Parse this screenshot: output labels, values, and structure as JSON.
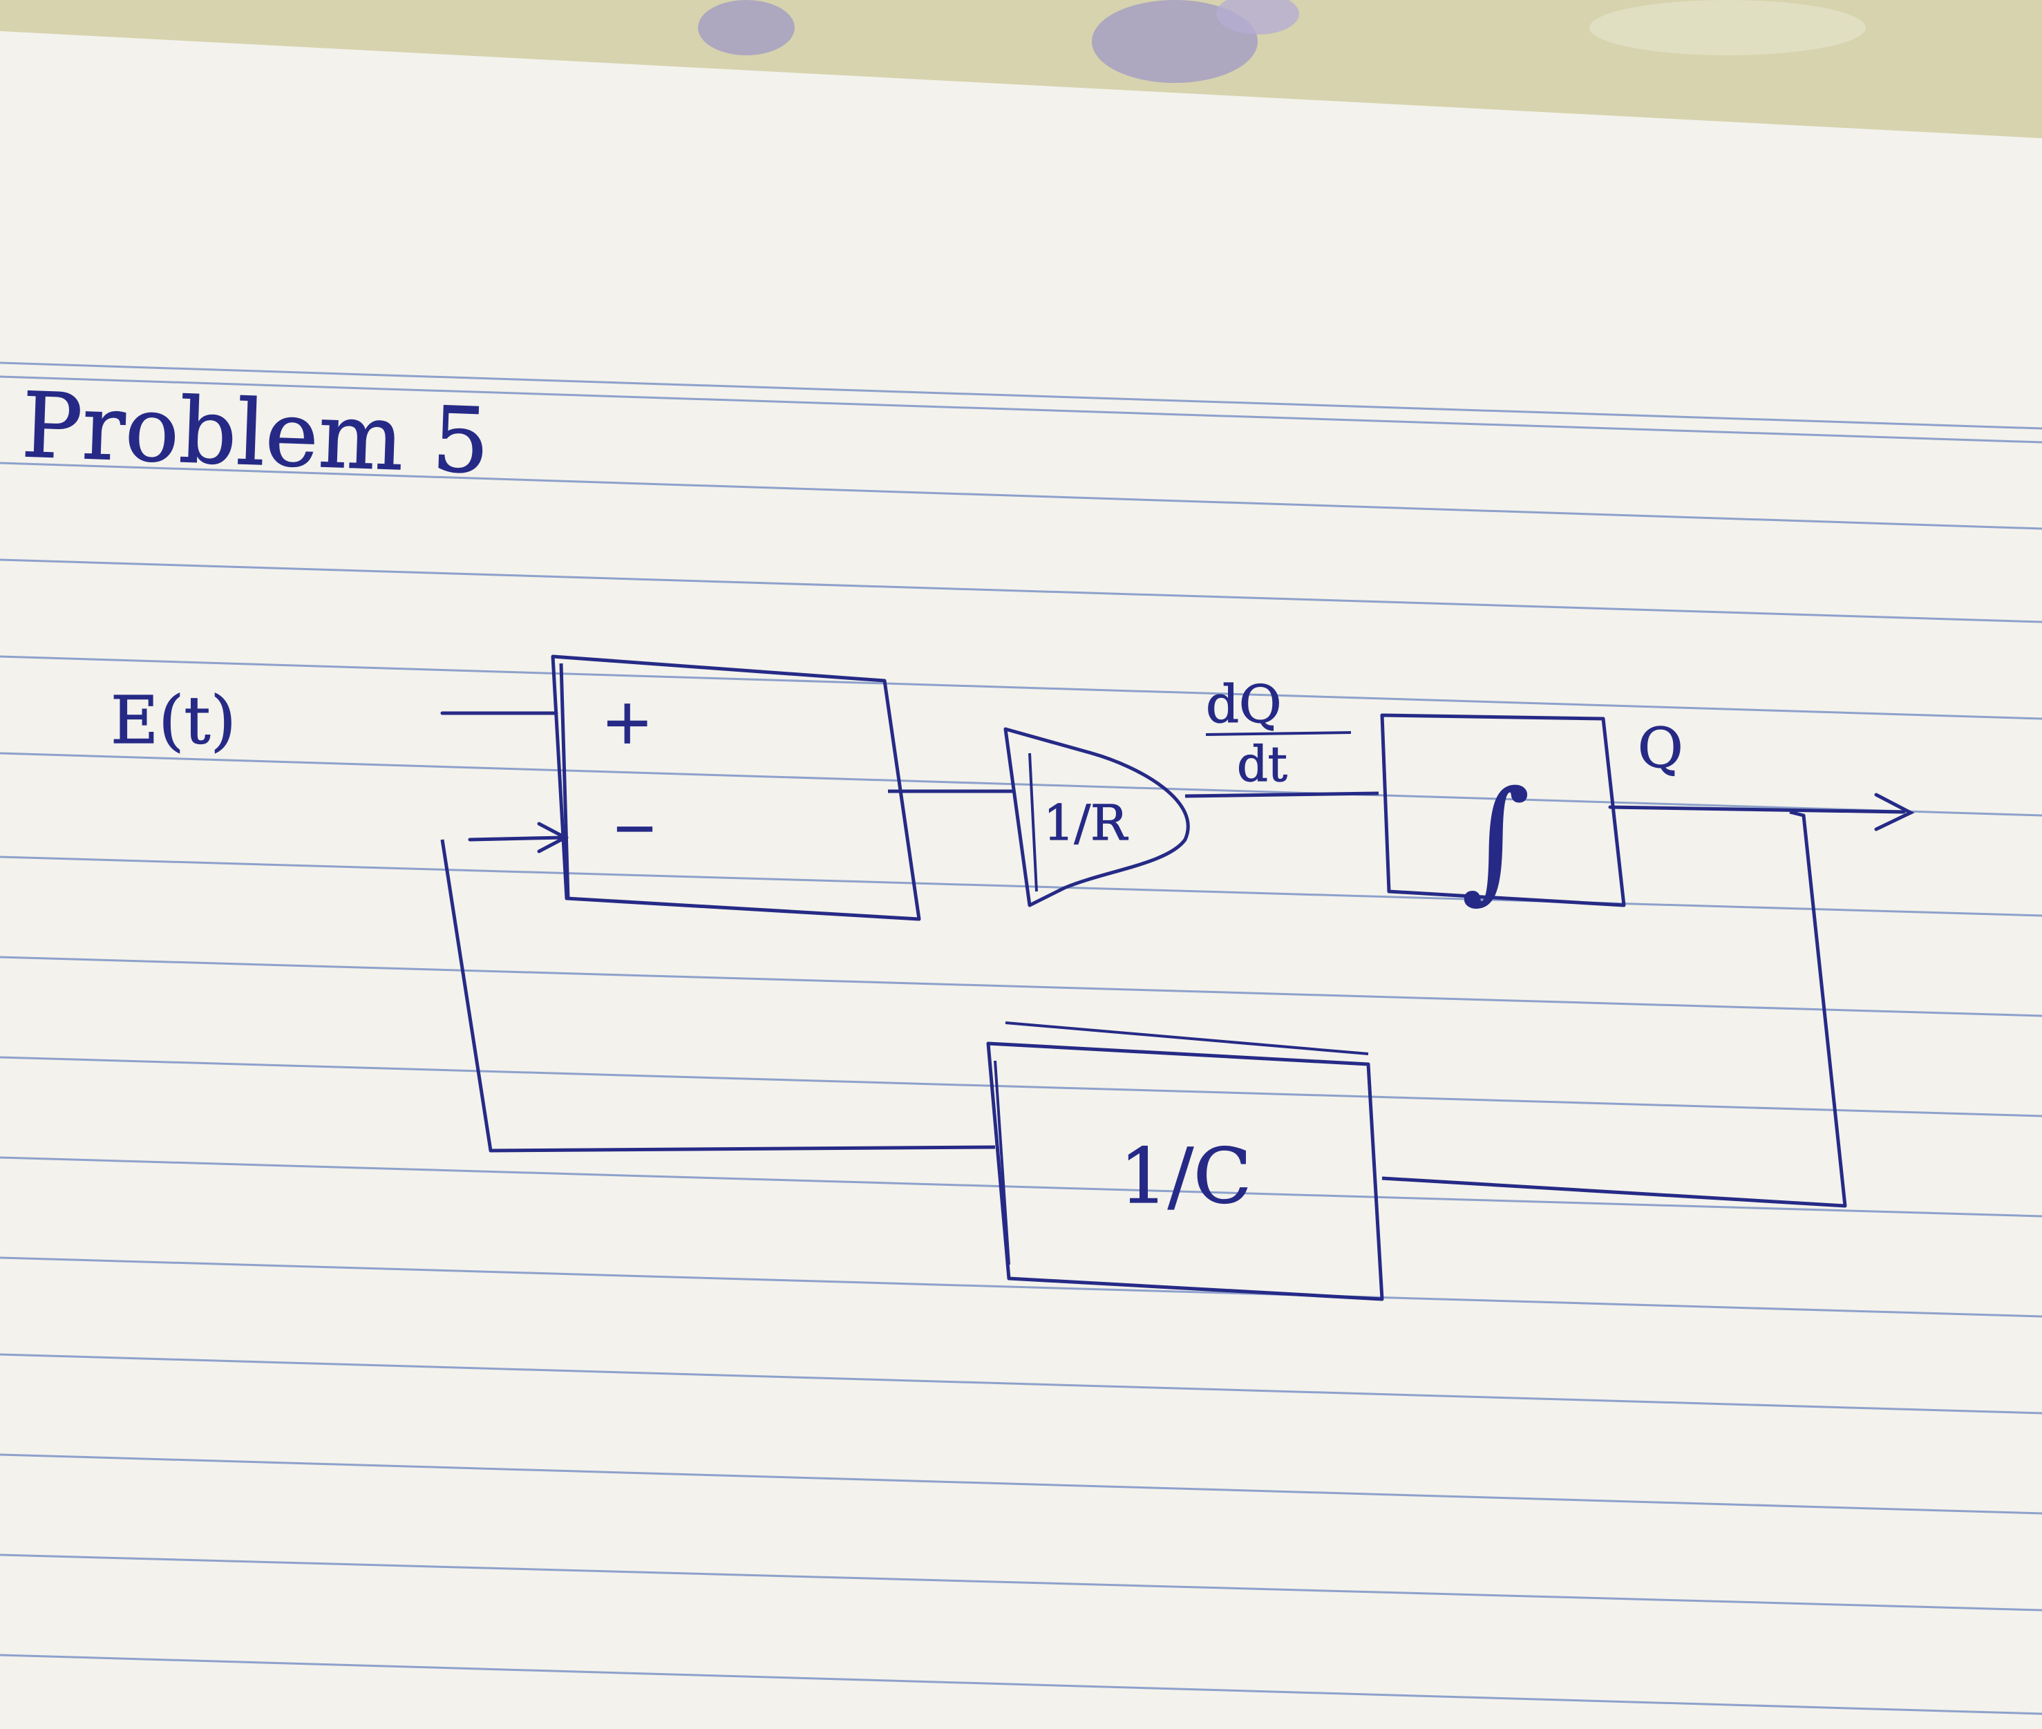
{
  "title": "Problem 5",
  "diagram": {
    "input_label": "E(t)",
    "summer": {
      "plus_sign": "+",
      "minus_sign": "−"
    },
    "resistor_block": {
      "label": "1/R"
    },
    "rate_label": {
      "numerator": "dQ",
      "denominator": "dt"
    },
    "integrator_block": {
      "label": "∫"
    },
    "output_label": "Q",
    "feedback_block": {
      "label": "1/C"
    }
  },
  "colors": {
    "ink": "#262a86",
    "paper": "#f3f2ec",
    "rule_line": "#6b86c0",
    "fabric": "#d9d6b4"
  }
}
